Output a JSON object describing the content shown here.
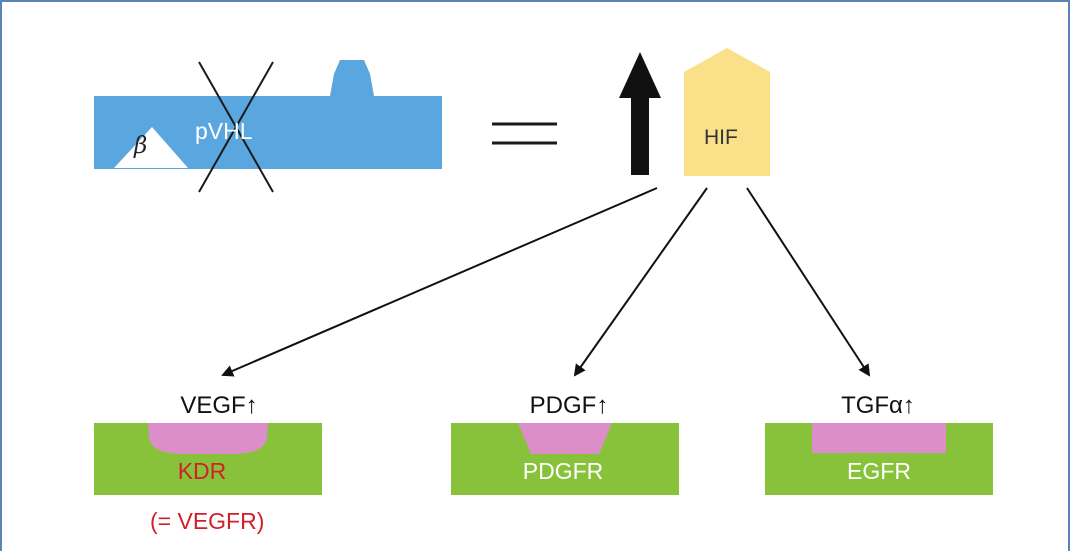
{
  "colors": {
    "frame_border": "#5a84b8",
    "pvhl_protein": "#5aa6de",
    "hif_box": "#fbe08a",
    "receptor_green": "#88c23b",
    "ligand_pink": "#dc8ec9",
    "kdr_red": "#d0202a",
    "arrow_black": "#111111"
  },
  "pvhl": {
    "domain_label": "β",
    "protein_label": "pVHL"
  },
  "equals_symbol": "=",
  "hif": {
    "label": "HIF"
  },
  "targets": [
    {
      "factor": "VEGF↑",
      "receptor": "KDR",
      "receptor_note": "(= VEGFR)"
    },
    {
      "factor": "PDGF↑",
      "receptor": "PDGFR"
    },
    {
      "factor": "TGFα↑",
      "receptor": "EGFR"
    }
  ],
  "icons": [
    "up-arrow-icon",
    "cross-out-icon",
    "equals-sign-icon",
    "down-arrow-icon"
  ]
}
